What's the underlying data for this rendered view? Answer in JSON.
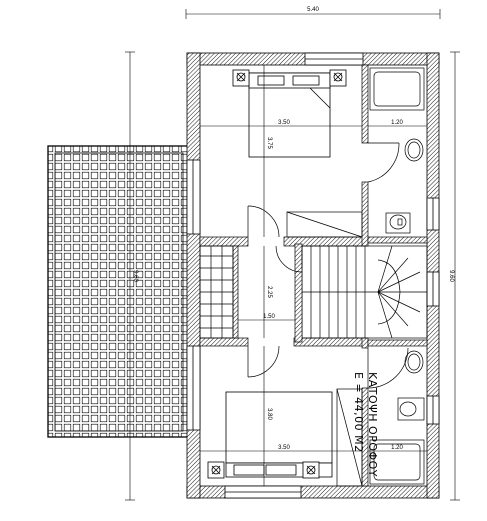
{
  "title": {
    "line1": "ΚΑΤΟΨΗ ΟΡΟΦΟΥ",
    "line2": "Ε = 44,00 Μ2"
  },
  "dimensions": {
    "overall_width": "5.40",
    "overall_depth_left": "9.60",
    "overall_depth_right": "9.60",
    "bed1_width": "3.50",
    "bed1_depth": "3.75",
    "bath1_width": "1.20",
    "hall_width": "1.50",
    "hall_depth": "2.25",
    "bed2_depth": "3.80",
    "bed2_width": "3.50",
    "bath2_width": "1.20"
  },
  "colors": {
    "wall_hatch": "#000000",
    "background": "#ffffff"
  }
}
